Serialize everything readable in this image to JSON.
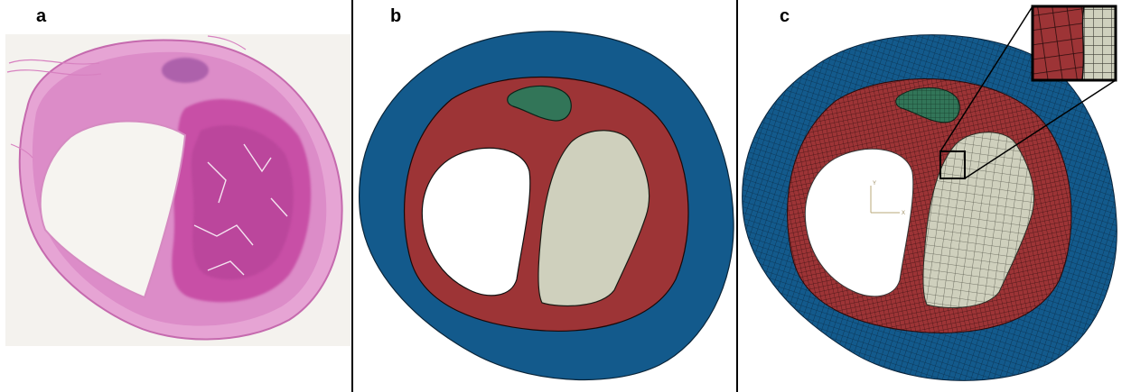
{
  "panels": {
    "a": {
      "label": "a"
    },
    "b": {
      "label": "b"
    },
    "c": {
      "label": "c"
    }
  },
  "axis_triad": {
    "y_label": "Y",
    "x_label": "X"
  },
  "colors": {
    "adventitia": "#135a8c",
    "media": "#9d3436",
    "calcification": "#cfd0bd",
    "lipid": "#327558",
    "lumen": "#ffffff",
    "he_stain_wall": "#e199cf",
    "he_stain_dark": "#c04aa0",
    "he_background": "#f4f2ee"
  }
}
